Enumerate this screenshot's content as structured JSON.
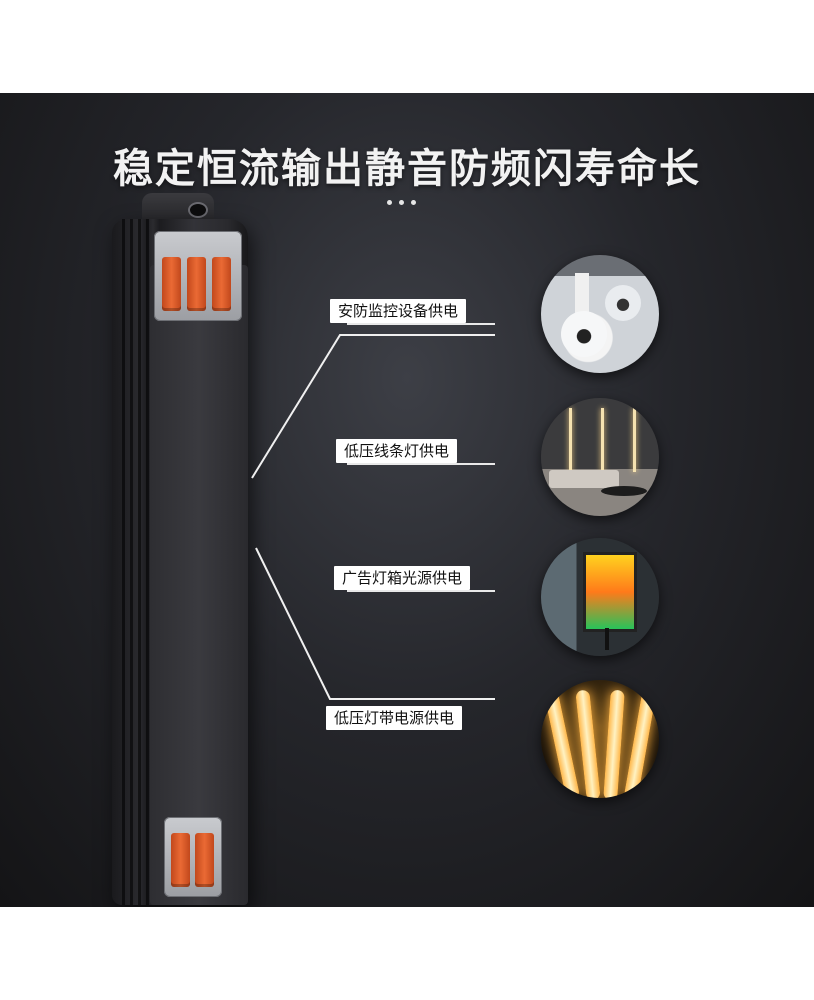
{
  "headline": "稳定恒流输出静音防频闪寿命长",
  "labels": [
    {
      "text": "安防监控设备供电",
      "icon": "security-camera"
    },
    {
      "text": "低压线条灯供电",
      "icon": "linear-light-room"
    },
    {
      "text": "广告灯箱光源供电",
      "icon": "advertising-lightbox"
    },
    {
      "text": "低压灯带电源供电",
      "icon": "led-strip-light"
    }
  ],
  "colors": {
    "background": "#25262b",
    "lever": "#ea6a34",
    "text": "#f2f2f2"
  }
}
